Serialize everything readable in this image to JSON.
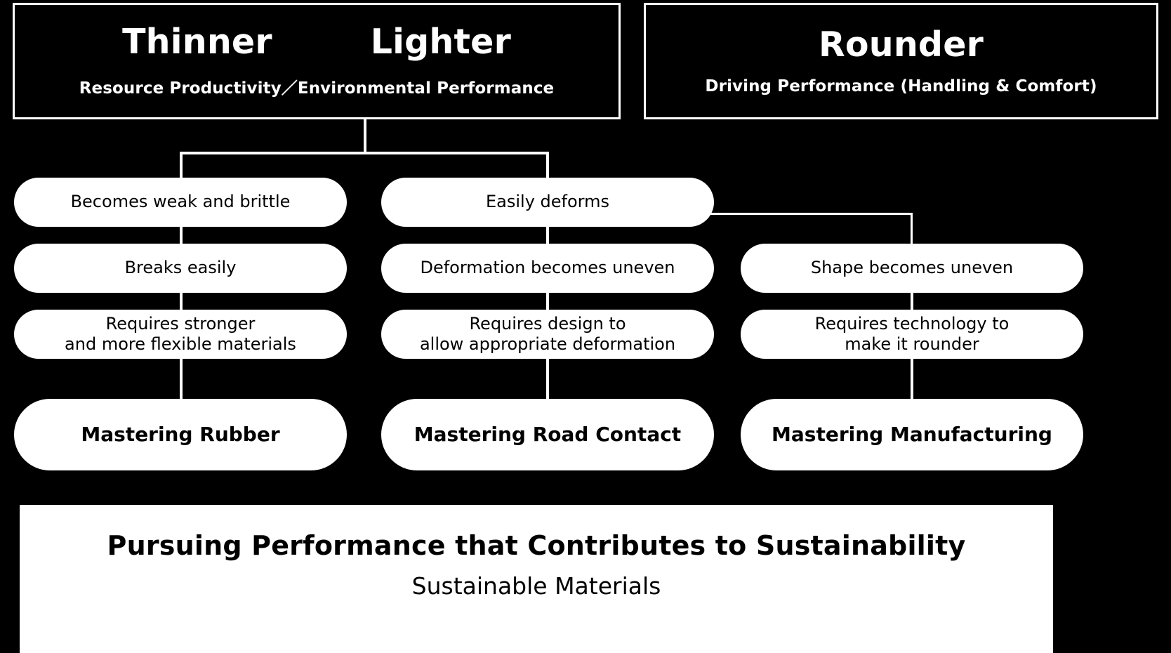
{
  "headers": [
    {
      "id": "thinner-lighter",
      "titles": [
        "Thinner",
        "Lighter"
      ],
      "subtitle": "Resource Productivity／Environmental Performance"
    },
    {
      "id": "rounder",
      "titles": [
        "Rounder"
      ],
      "subtitle": "Driving Performance (Handling & Comfort)"
    }
  ],
  "columns": [
    {
      "id": "rubber",
      "nodes": [
        {
          "lines": [
            "Becomes weak and brittle"
          ]
        },
        {
          "lines": [
            "Breaks easily"
          ]
        },
        {
          "lines": [
            "Requires stronger",
            "and more flexible materials"
          ]
        },
        {
          "lines": [
            "Mastering Rubber"
          ],
          "emphasis": "bold"
        }
      ]
    },
    {
      "id": "road-contact",
      "nodes": [
        {
          "lines": [
            "Easily deforms"
          ]
        },
        {
          "lines": [
            "Deformation becomes uneven"
          ]
        },
        {
          "lines": [
            "Requires design to",
            "allow appropriate deformation"
          ]
        },
        {
          "lines": [
            "Mastering Road Contact"
          ],
          "emphasis": "bold"
        }
      ]
    },
    {
      "id": "manufacturing",
      "nodes": [
        null,
        {
          "lines": [
            "Shape becomes uneven"
          ]
        },
        {
          "lines": [
            "Requires technology to",
            "make it rounder"
          ]
        },
        {
          "lines": [
            "Mastering Manufacturing"
          ],
          "emphasis": "bold"
        }
      ]
    }
  ],
  "banner": {
    "title": "Pursuing Performance that Contributes to Sustainability",
    "subtitle": "Sustainable Materials"
  },
  "colors": {
    "background": "#000000",
    "foreground": "#ffffff",
    "node_fill": "#ffffff",
    "node_text": "#000000"
  }
}
